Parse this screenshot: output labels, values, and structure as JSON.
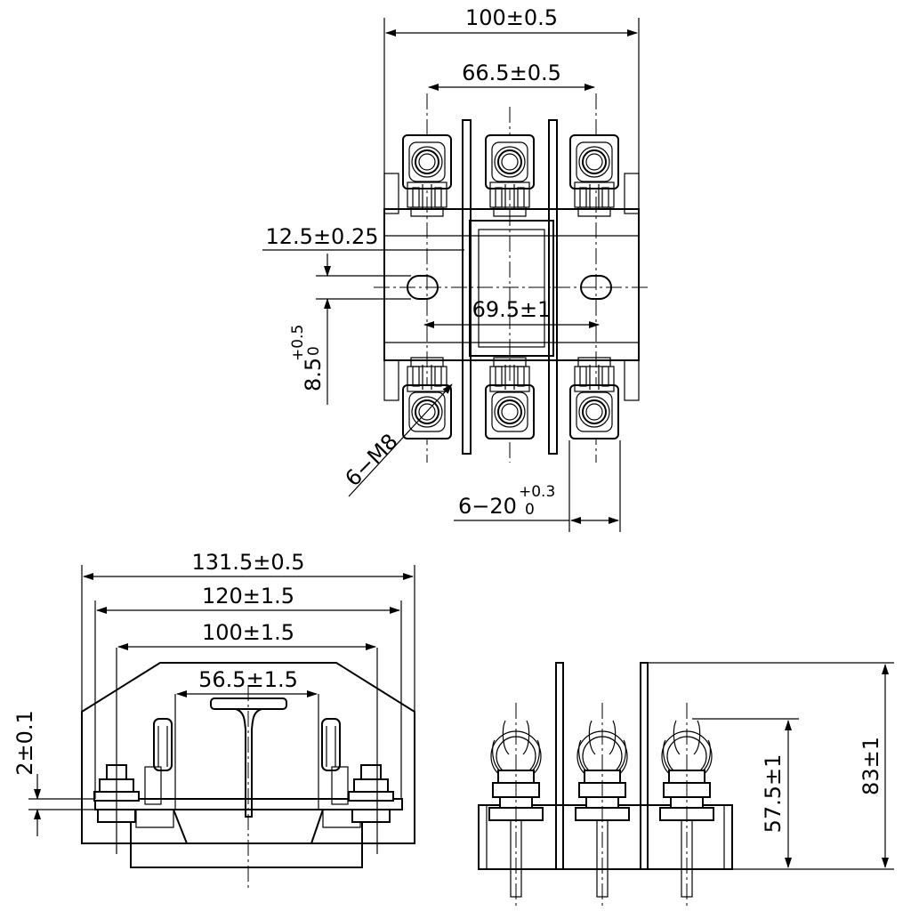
{
  "colors": {
    "line": "#000000",
    "background": "#ffffff"
  },
  "top_view": {
    "overall_width": "100±0.5",
    "terminal_pitch": "66.5±0.5",
    "slot_offset": "12.5±0.25",
    "slot_pitch": "69.5±1",
    "slot_width": {
      "base": "8.5",
      "upper_tol": "+0.5",
      "lower_tol": "0"
    },
    "bolt_callout": "6−M8",
    "terminal_width": {
      "base": "6−20",
      "upper_tol": "+0.3",
      "lower_tol": "0"
    }
  },
  "front_view": {
    "overall_width": "131.5±0.5",
    "mid_width": "120±1.5",
    "bolt_centers": "100±1.5",
    "rail_width": "56.5±1.5",
    "plate_thickness": "2±0.1"
  },
  "side_view": {
    "terminal_height": "57.5±1",
    "overall_height": "83±1"
  }
}
